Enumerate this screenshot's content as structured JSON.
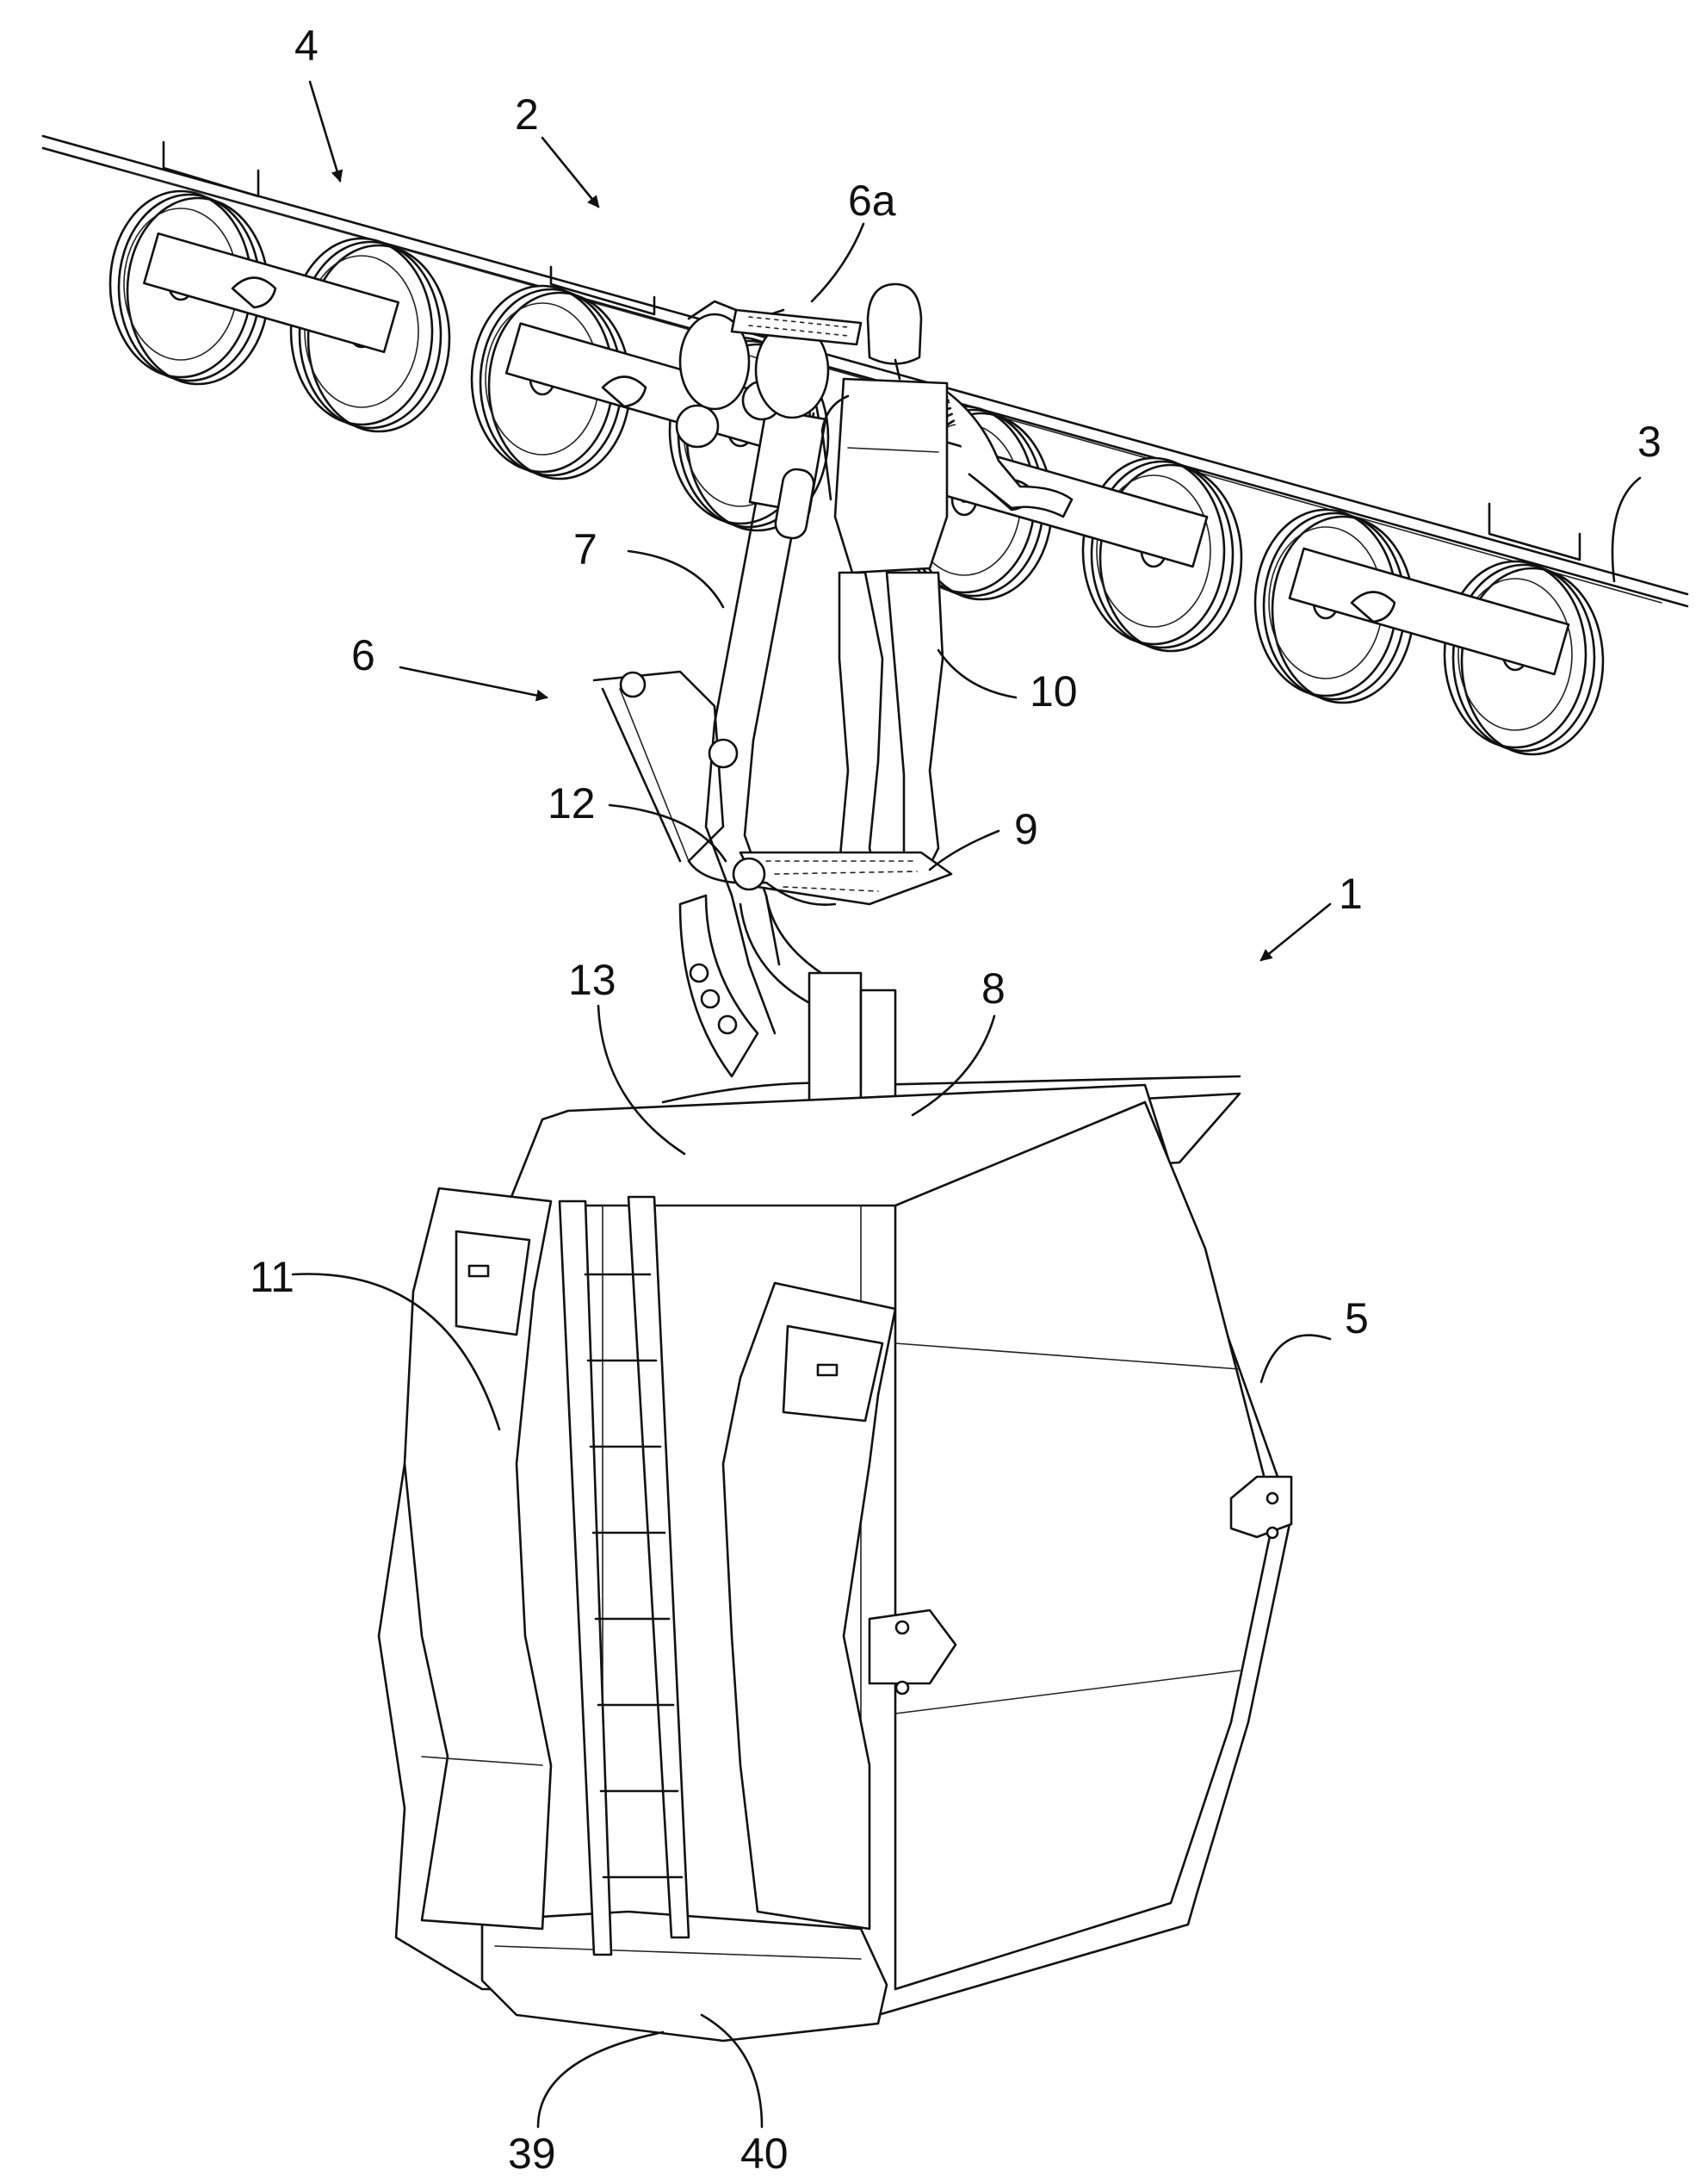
{
  "figure": {
    "reference_labels": [
      {
        "id": "label-4",
        "text": "4"
      },
      {
        "id": "label-2",
        "text": "2"
      },
      {
        "id": "label-6a",
        "text": "6a"
      },
      {
        "id": "label-3",
        "text": "3"
      },
      {
        "id": "label-7",
        "text": "7"
      },
      {
        "id": "label-6",
        "text": "6"
      },
      {
        "id": "label-10",
        "text": "10"
      },
      {
        "id": "label-12",
        "text": "12"
      },
      {
        "id": "label-9",
        "text": "9"
      },
      {
        "id": "label-1",
        "text": "1"
      },
      {
        "id": "label-13",
        "text": "13"
      },
      {
        "id": "label-8",
        "text": "8"
      },
      {
        "id": "label-11",
        "text": "11"
      },
      {
        "id": "label-5",
        "text": "5"
      },
      {
        "id": "label-39",
        "text": "39"
      },
      {
        "id": "label-40",
        "text": "40"
      }
    ]
  }
}
